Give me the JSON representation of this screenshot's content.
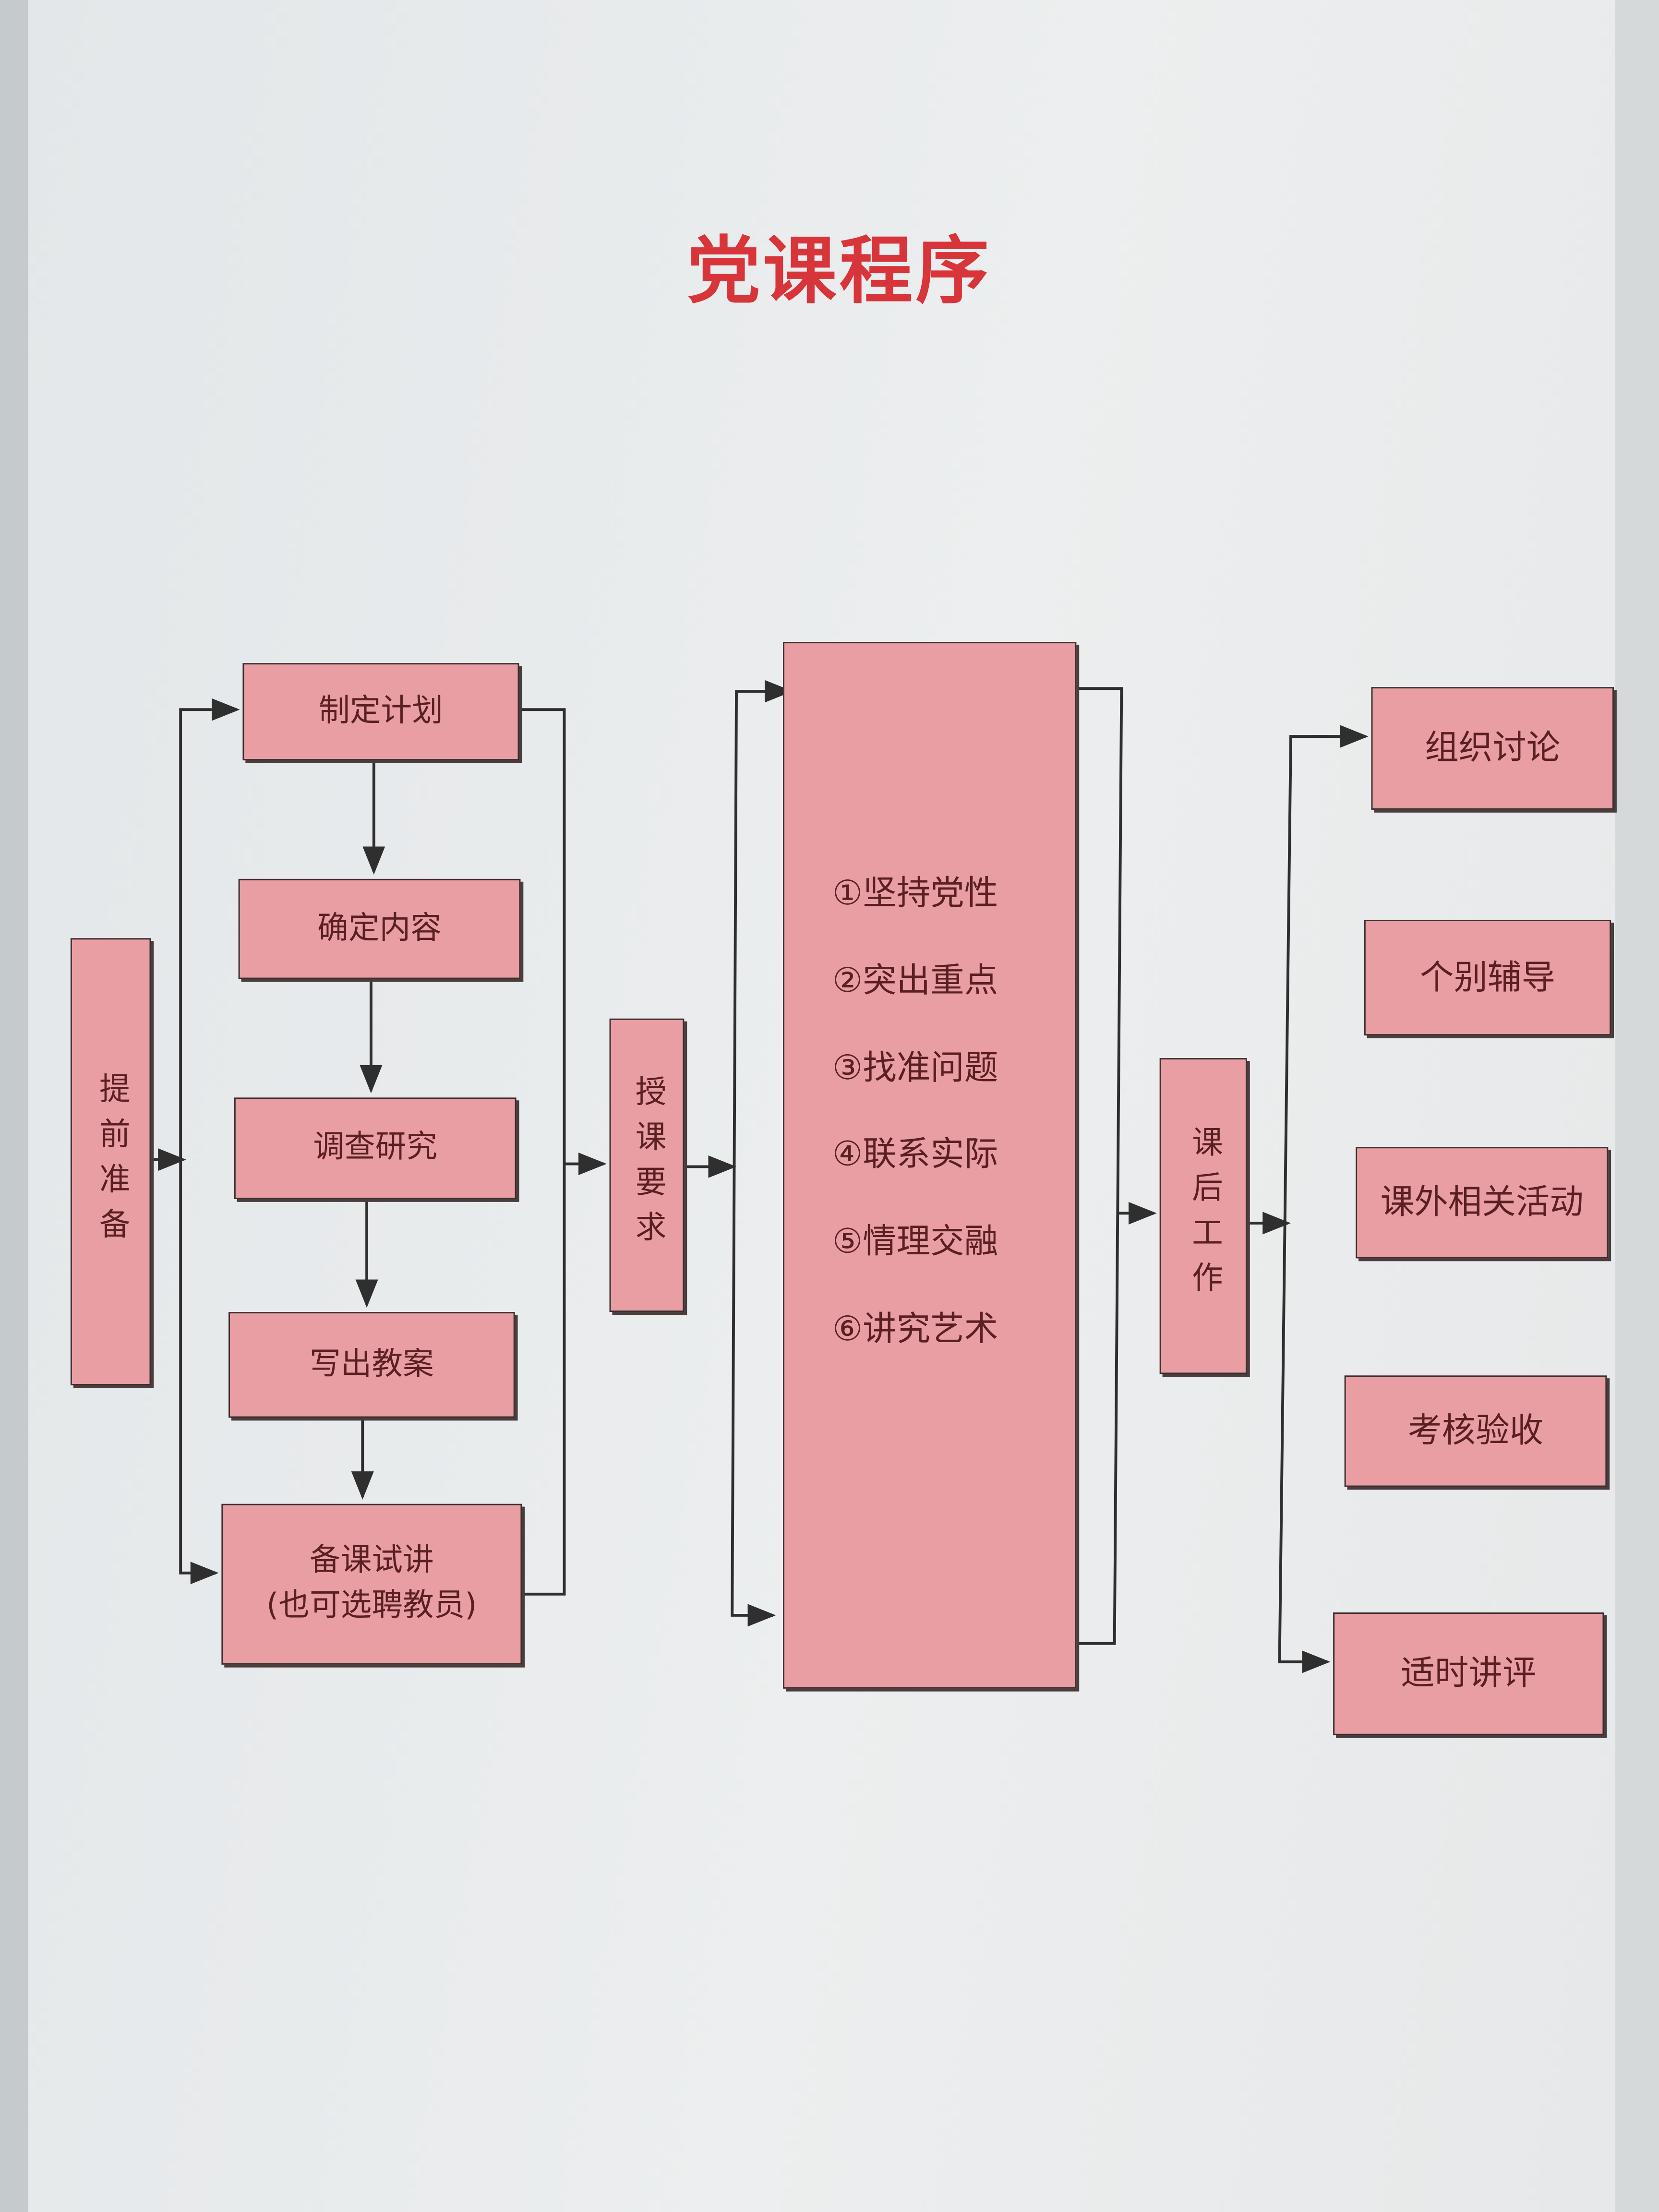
{
  "title": "党课程序",
  "prep": {
    "label": "提前准备",
    "steps": [
      "制定计划",
      "确定内容",
      "调查研究",
      "写出教案",
      "备课试讲",
      "(也可选聘教员)"
    ]
  },
  "teaching": {
    "label": "授课要求",
    "items": [
      "①坚持党性",
      "②突出重点",
      "③找准问题",
      "④联系实际",
      "⑤情理交融",
      "⑥讲究艺术"
    ]
  },
  "after": {
    "label": "课后工作",
    "items": [
      "组织讨论",
      "个别辅导",
      "课外相关活动",
      "考核验收",
      "适时讲评"
    ]
  },
  "colors": {
    "title": "#d8353b",
    "box_fill": "#e89ea3",
    "line": "#2f2f2f"
  }
}
